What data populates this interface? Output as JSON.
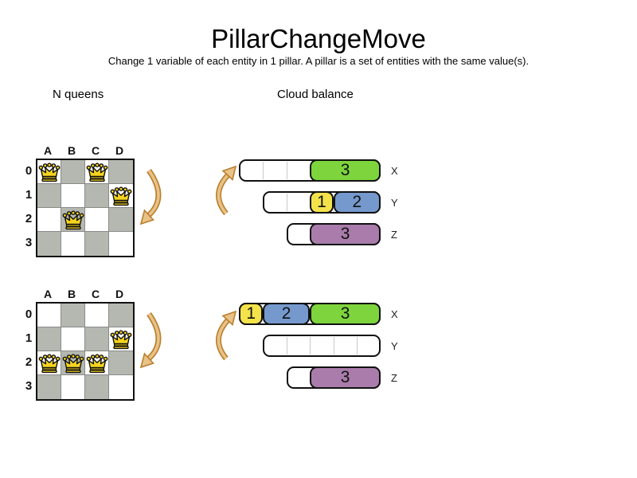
{
  "title": "PillarChangeMove",
  "subtitle": "Change 1 variable of each entity in 1 pillar. A pillar is a set of entities with the same value(s).",
  "colors": {
    "board_dark_cell": "#b5b8b0",
    "board_light_cell": "#ffffff",
    "queen_yellow": "#f6d41f",
    "process_yellow": "#f4e24b",
    "process_blue": "#7599cc",
    "process_green": "#7dd43c",
    "process_purple": "#a97cab",
    "arrow_light": "#e9c288",
    "arrow_dark": "#b9812f"
  },
  "nqueens": {
    "label": "N queens",
    "columns": [
      "A",
      "B",
      "C",
      "D"
    ],
    "rows": [
      "0",
      "1",
      "2",
      "3"
    ],
    "states": [
      {
        "name": "before",
        "queens": [
          {
            "col": 0,
            "row": 0
          },
          {
            "col": 2,
            "row": 0
          },
          {
            "col": 3,
            "row": 1
          },
          {
            "col": 1,
            "row": 2
          }
        ]
      },
      {
        "name": "after",
        "queens": [
          {
            "col": 3,
            "row": 1
          },
          {
            "col": 0,
            "row": 2
          },
          {
            "col": 1,
            "row": 2
          },
          {
            "col": 2,
            "row": 2
          }
        ]
      }
    ]
  },
  "cloudbalance": {
    "label": "Cloud balance",
    "states": [
      {
        "name": "before",
        "bars": [
          {
            "computer": "X",
            "capacity": 6,
            "free": 3,
            "processes": [
              {
                "label": "3",
                "size": 3,
                "color": "process_green"
              }
            ]
          },
          {
            "computer": "Y",
            "capacity": 5,
            "free": 2,
            "processes": [
              {
                "label": "1",
                "size": 1,
                "color": "process_yellow"
              },
              {
                "label": "2",
                "size": 2,
                "color": "process_blue"
              }
            ]
          },
          {
            "computer": "Z",
            "capacity": 4,
            "free": 1,
            "processes": [
              {
                "label": "3",
                "size": 3,
                "color": "process_purple"
              }
            ]
          }
        ]
      },
      {
        "name": "after",
        "bars": [
          {
            "computer": "X",
            "capacity": 6,
            "free": 0,
            "processes": [
              {
                "label": "1",
                "size": 1,
                "color": "process_yellow"
              },
              {
                "label": "2",
                "size": 2,
                "color": "process_blue"
              },
              {
                "label": "3",
                "size": 3,
                "color": "process_green"
              }
            ]
          },
          {
            "computer": "Y",
            "capacity": 5,
            "free": 5,
            "processes": []
          },
          {
            "computer": "Z",
            "capacity": 4,
            "free": 1,
            "processes": [
              {
                "label": "3",
                "size": 3,
                "color": "process_purple"
              }
            ]
          }
        ]
      }
    ]
  }
}
